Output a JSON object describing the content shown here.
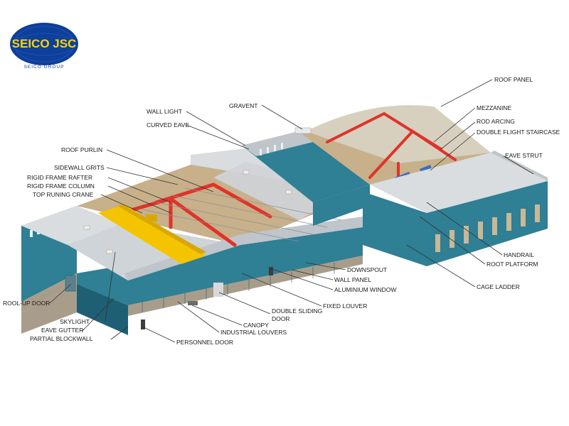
{
  "logo": {
    "name": "SEICO JSC",
    "subtitle": "SEICO GROUP",
    "colors": {
      "badge": "#0d3f9b",
      "text": "#ffd200"
    }
  },
  "colors": {
    "wall_panel": "#2f7f95",
    "wall_panel_dark": "#1f5f73",
    "roof": "#d9dde0",
    "frame": "#e0332a",
    "crane": "#f5c400",
    "floor": "#c7b08a",
    "blockwall": "#a89d8a"
  },
  "labels": {
    "roof_panel": "ROOF PANEL",
    "gravent": "GRAVENT",
    "wall_light": "WALL LIGHT",
    "curved_eave": "CURVED EAVE",
    "mezzanine": "MEZZANINE",
    "rod_arcing": "ROD ARCING",
    "double_flight_staircase": "DOUBLE FLIGHT STAIRCASE",
    "eave_strut": "EAVE STRUT",
    "roof_purlin": "ROOF PURLIN",
    "sidewall_grits": "SIDEWALL GRITS",
    "rigid_frame_rafter": "RIGID FRAME RAFTER",
    "rigid_frame_column": "RIGID FRAME COLUMN",
    "top_runing_crane": "TOP RUNING CRANE",
    "handrail": "HANDRAIL",
    "root_platform": "ROOT PLATFORM",
    "downspout": "DOWNSPOUT",
    "wall_panel": "WALL PANEL",
    "aluminium_window": "ALUMINIUM WINDOW",
    "cage_ladder": "CAGE LADDER",
    "fixed_louver": "FIXED LOUVER",
    "rool_up_door": "ROOL-UP DOOR",
    "double_sliding_door_1": "DOUBLE SLIDING",
    "double_sliding_door_2": "DOOR",
    "canopy": "CANOPY",
    "industrial_louvers": "INDUSTRIAL LOUVERS",
    "skylight": "SKYLIGHT",
    "eave_gutter": "EAVE GUTTER",
    "partial_blockwall": "PARTIAL BLOCKWALL",
    "personnel_door": "PERSONNEL DOOR"
  }
}
